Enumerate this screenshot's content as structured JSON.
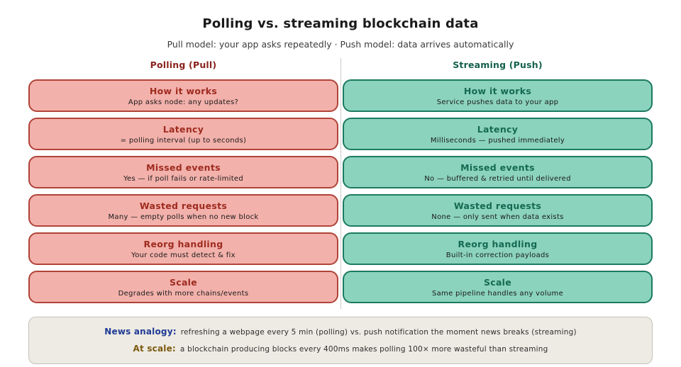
{
  "title": "Polling vs. streaming blockchain data",
  "subtitle": "Pull model: your app asks repeatedly · Push model: data arrives automatically",
  "colors": {
    "pull_fill": "#f3b1ab",
    "pull_border": "#b04338",
    "pull_title": "#9e2b1f",
    "pull_header": "#8a221c",
    "push_fill": "#8bd3bd",
    "push_border": "#1c7a60",
    "push_title": "#156a51",
    "push_header": "#14604c",
    "footer_bg": "#edebe3",
    "news_label": "#1f3a96",
    "scale_label": "#7d5a10"
  },
  "columns": [
    {
      "header": "Polling (Pull)",
      "rows": [
        {
          "title": "How it works",
          "detail": "App asks node: any updates?"
        },
        {
          "title": "Latency",
          "detail": "= polling interval (up to seconds)"
        },
        {
          "title": "Missed events",
          "detail": "Yes — if poll fails or rate-limited"
        },
        {
          "title": "Wasted requests",
          "detail": "Many — empty polls when no new block"
        },
        {
          "title": "Reorg handling",
          "detail": "Your code must detect & fix"
        },
        {
          "title": "Scale",
          "detail": "Degrades with more chains/events"
        }
      ]
    },
    {
      "header": "Streaming (Push)",
      "rows": [
        {
          "title": "How it works",
          "detail": "Service pushes data to your app"
        },
        {
          "title": "Latency",
          "detail": "Milliseconds — pushed immediately"
        },
        {
          "title": "Missed events",
          "detail": "No — buffered & retried until delivered"
        },
        {
          "title": "Wasted requests",
          "detail": "None — only sent when data exists"
        },
        {
          "title": "Reorg handling",
          "detail": "Built-in correction payloads"
        },
        {
          "title": "Scale",
          "detail": "Same pipeline handles any volume"
        }
      ]
    }
  ],
  "footer": {
    "lines": [
      {
        "label": "News analogy:",
        "text": "refreshing a webpage every 5 min (polling) vs. push notification the moment news breaks (streaming)"
      },
      {
        "label": "At scale:",
        "text": "a blockchain producing blocks every 400ms makes polling 100× more wasteful than streaming"
      }
    ]
  }
}
